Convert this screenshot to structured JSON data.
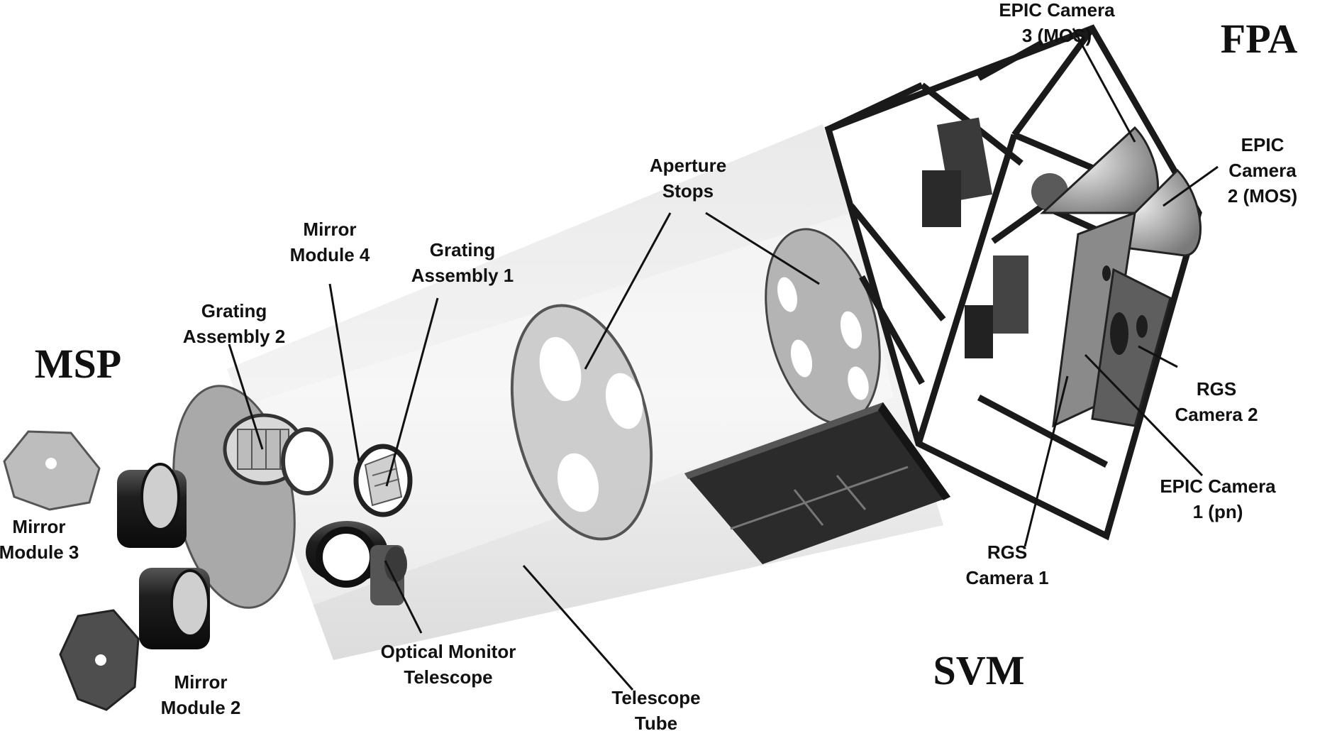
{
  "section_labels": {
    "msp": "MSP",
    "fpa": "FPA",
    "svm": "SVM"
  },
  "component_labels": {
    "epic_camera_3": "EPIC Camera\n3 (MOS)",
    "epic_camera_2": "EPIC Camera\n2 (MOS)",
    "aperture_stops": "Aperture\nStops",
    "mirror_module_4": "Mirror\nModule 4",
    "grating_assembly_1": "Grating\nAssembly 1",
    "grating_assembly_2": "Grating\nAssembly 2",
    "mirror_module_3": "Mirror\nModule 3",
    "mirror_module_2": "Mirror\nModule 2",
    "optical_monitor_telescope": "Optical Monitor\nTelescope",
    "telescope_tube": "Telescope\nTube",
    "rgs_camera_2": "RGS\nCamera 2",
    "epic_camera_1": "EPIC Camera\n1 (pn)",
    "rgs_camera_1": "RGS\nCamera 1"
  }
}
